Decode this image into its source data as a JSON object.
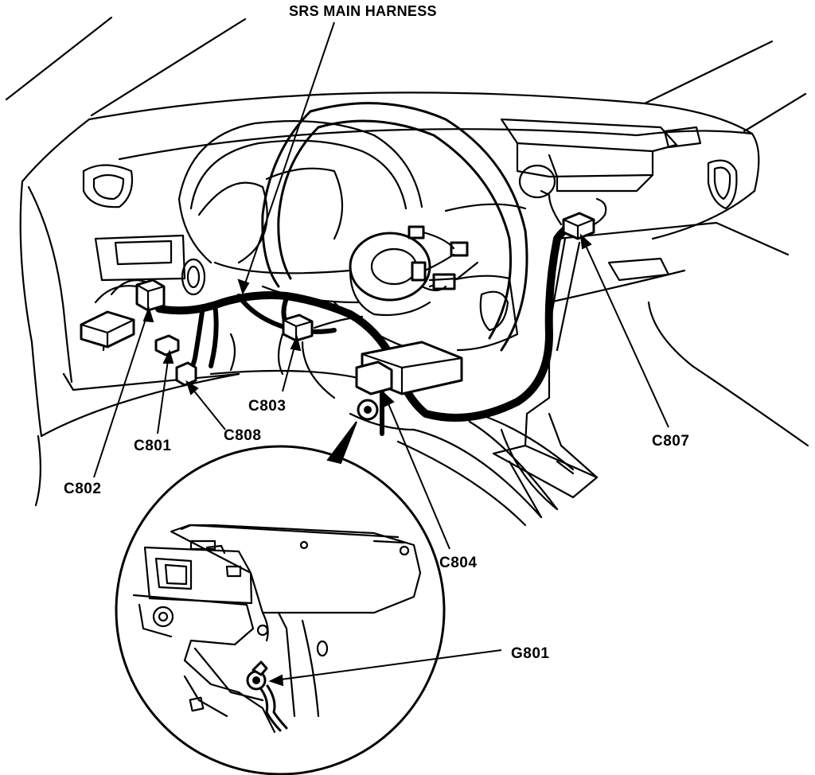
{
  "labels": {
    "srs_main_harness": "SRS MAIN HARNESS",
    "c801": "C801",
    "c802": "C802",
    "c803": "C803",
    "c804": "C804",
    "c807": "C807",
    "c808": "C808",
    "g801": "G801"
  },
  "colors": {
    "line": "#000000",
    "background": "#ffffff"
  }
}
